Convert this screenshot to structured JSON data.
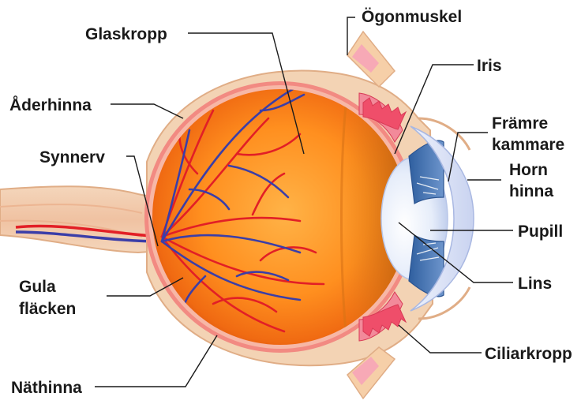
{
  "diagram": {
    "labels": {
      "glaskropp": "Glaskropp",
      "ogonmuskel": "Ögonmuskel",
      "iris": "Iris",
      "aderhinna": "Åderhinna",
      "framre_line1": "Främre",
      "framre_line2": "kammare",
      "synnerv": "Synnerv",
      "horn_line1": "Horn",
      "horn_line2": "hinna",
      "pupill": "Pupill",
      "gula_line1": "Gula",
      "gula_line2": "fläcken",
      "lins": "Lins",
      "ciliarkropp": "Ciliarkropp",
      "nathinna": "Näthinna"
    },
    "colors": {
      "sclera": "#f3d3b4",
      "sclera_edge": "#e0ad86",
      "choroid": "#f28a82",
      "eyeball_core": "#ff9a2e",
      "eyeball_edge": "#d94a0c",
      "artery": "#e21f26",
      "vein": "#3b3ea8",
      "iris": "#3f6fae",
      "lens": "#dfe8f8",
      "ciliary": "#ef4e6a"
    }
  }
}
